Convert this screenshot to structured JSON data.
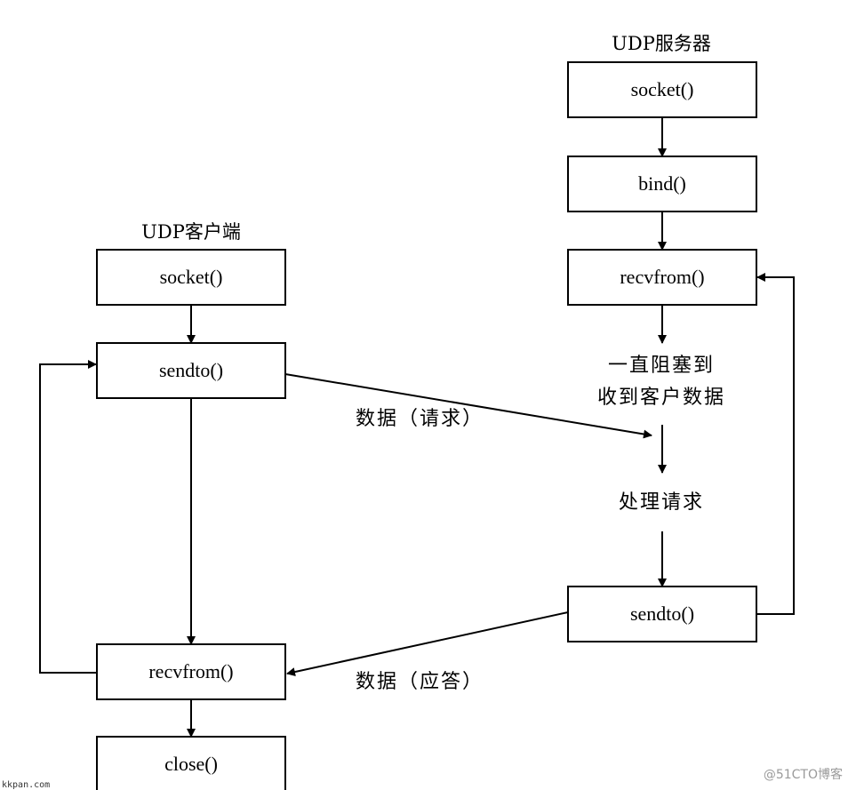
{
  "server": {
    "title": "UDP服务器",
    "steps": {
      "socket": "socket()",
      "bind": "bind()",
      "recvfrom": "recvfrom()",
      "block_line1": "一直阻塞到",
      "block_line2": "收到客户数据",
      "process": "处理请求",
      "sendto": "sendto()"
    }
  },
  "client": {
    "title": "UDP客户端",
    "steps": {
      "socket": "socket()",
      "sendto": "sendto()",
      "recvfrom": "recvfrom()",
      "close": "close()"
    }
  },
  "messages": {
    "request": "数据（请求）",
    "response": "数据（应答）"
  },
  "watermarks": {
    "bottom_left": "kkpan.com",
    "bottom_right": "@51CTO博客"
  }
}
